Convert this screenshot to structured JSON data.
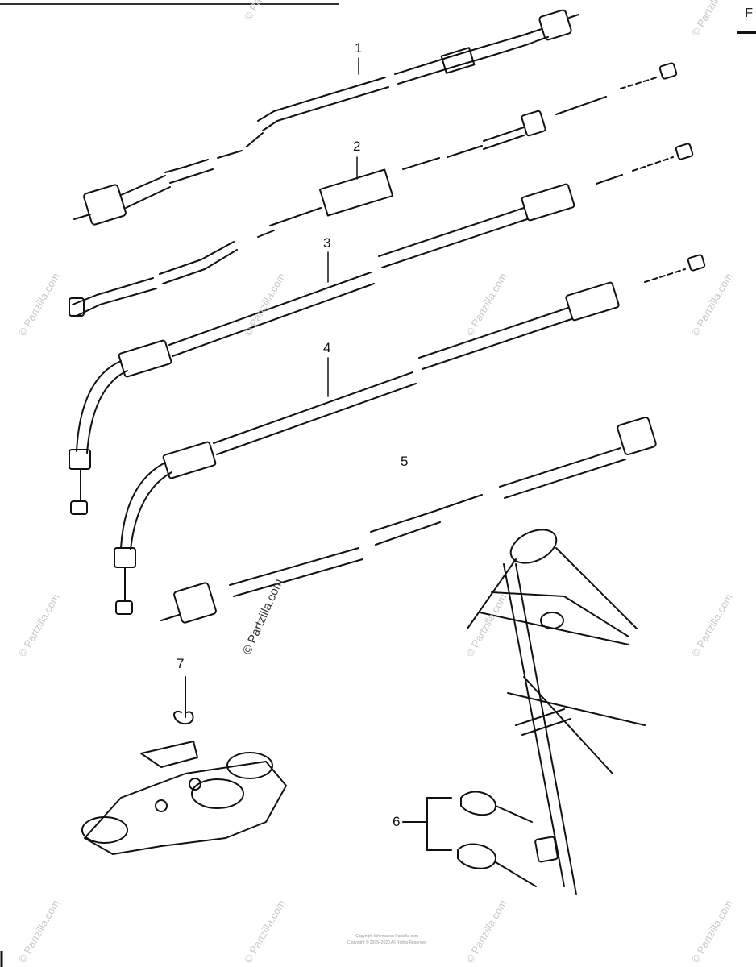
{
  "corner_letter": "F",
  "labels": {
    "p1": "1",
    "p2": "2",
    "p3": "3",
    "p4": "4",
    "p5": "5",
    "p6": "6",
    "p7": "7"
  },
  "watermark": {
    "main": "© Partzilla.com",
    "tile": "© Partzilla.com"
  },
  "icons": {
    "cable": "control-cable",
    "tachometer_cable": "speedometer-cable",
    "clamp": "cable-clamp",
    "frame": "motorcycle-frame",
    "bracket": "handlebar-holder"
  },
  "footer": {
    "line1": "Copyright Information Partzilla.com",
    "line2": "Copyright © 2005–2020 All Rights Reserved"
  }
}
